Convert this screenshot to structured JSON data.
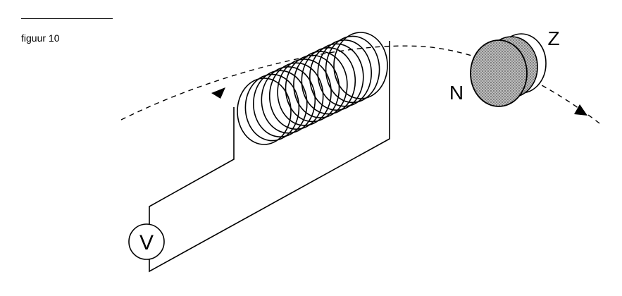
{
  "caption": {
    "text": "figuur 10"
  },
  "meter": {
    "label": "V",
    "icon": "voltmeter-icon"
  },
  "magnet": {
    "north_label": "N",
    "south_label": "Z",
    "fill": "#9e9e9e"
  },
  "colors": {
    "ink": "#000000",
    "background": "#ffffff"
  }
}
